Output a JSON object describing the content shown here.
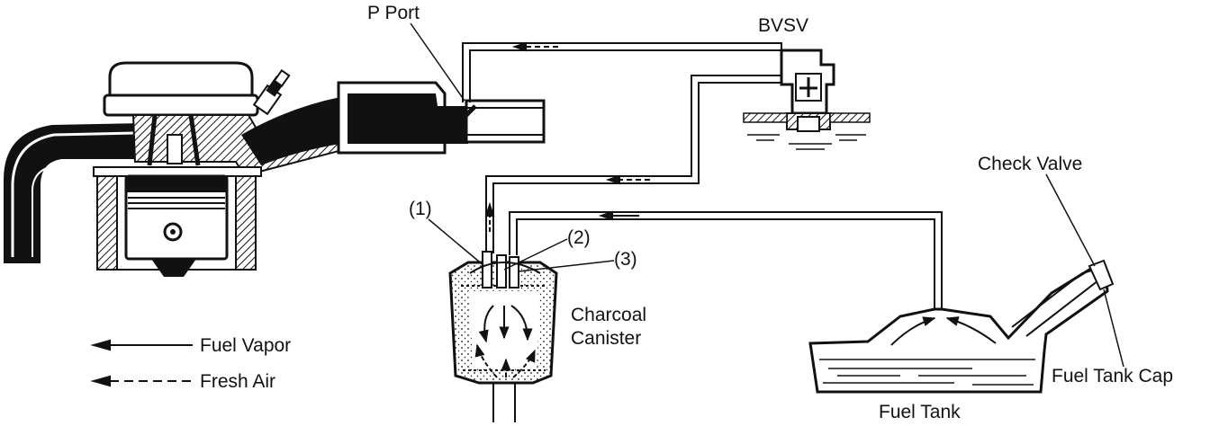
{
  "labels": {
    "p_port": "P Port",
    "bvsv": "BVSV",
    "check_valve": "Check Valve",
    "port_1": "(1)",
    "port_2": "(2)",
    "port_3": "(3)",
    "canister_line1": "Charcoal",
    "canister_line2": "Canister",
    "fuel_tank": "Fuel Tank",
    "fuel_tank_cap": "Fuel Tank Cap"
  },
  "legend": {
    "fuel_vapor": "Fuel Vapor",
    "fresh_air": "Fresh Air"
  },
  "colors": {
    "ink": "#111111",
    "paper": "#ffffff"
  }
}
